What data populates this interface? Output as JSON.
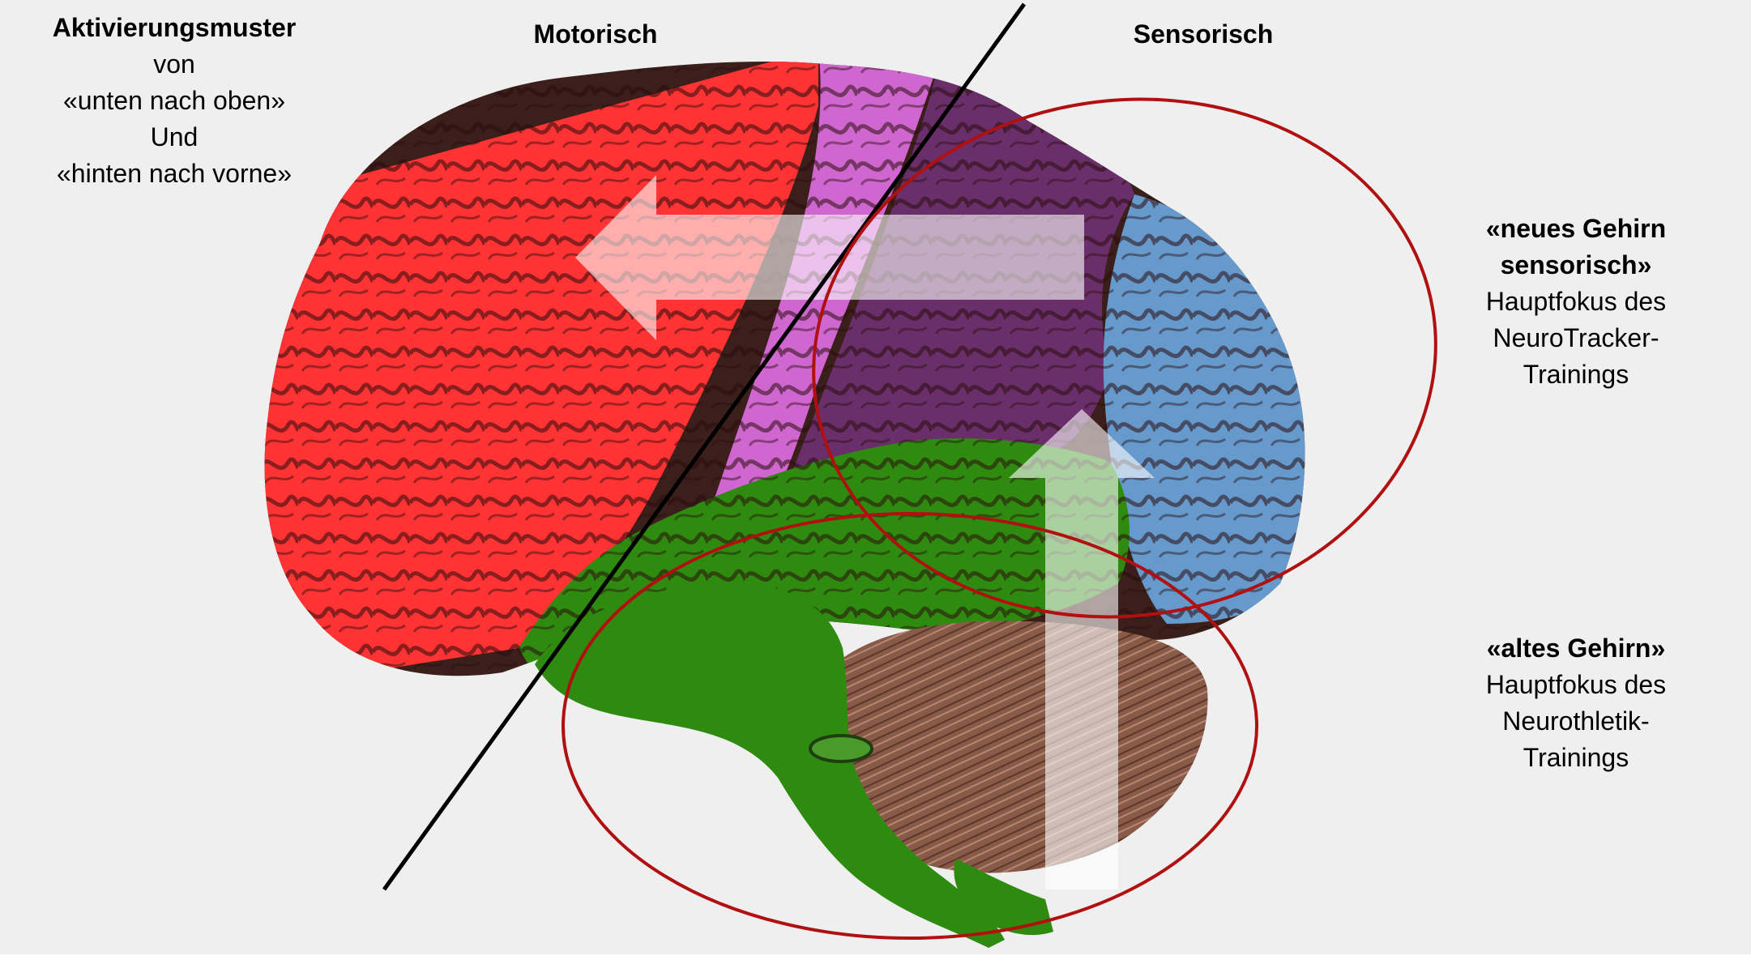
{
  "headers": {
    "motor": "Motorisch",
    "sensory": "Sensorisch"
  },
  "activation_note": {
    "title": "Aktivierungsmuster",
    "line1": "von",
    "line2": "«unten nach oben»",
    "line3": "Und",
    "line4": "«hinten nach vorne»"
  },
  "new_brain": {
    "title_line1": "«neues Gehirn",
    "title_line2": "sensorisch»",
    "line1": "Hauptfokus des",
    "line2": "NeuroTracker-",
    "line3": "Trainings"
  },
  "old_brain": {
    "title": "«altes Gehirn»",
    "line1": "Hauptfokus des",
    "line2": "Neurothletik-",
    "line3": "Trainings"
  },
  "colors": {
    "frontal_lobe": "#ff3333",
    "motor_strip": "#d066d0",
    "parietal_lobe": "#6a2f6a",
    "occipital_lobe": "#6699cc",
    "temporal_lobe": "#2e8b10",
    "cerebellum": "#8a5a48",
    "ellipse_outline": "#b01010",
    "arrow_fill": "#ffffff"
  }
}
